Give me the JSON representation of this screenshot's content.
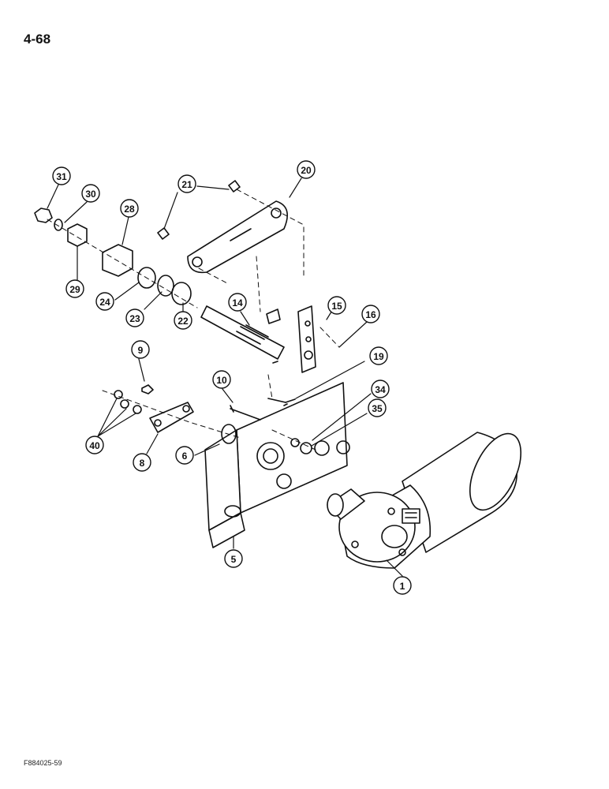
{
  "page_number": "4-68",
  "figure_code": "F884025-59",
  "callouts": [
    {
      "id": "c31",
      "label": "31"
    },
    {
      "id": "c30",
      "label": "30"
    },
    {
      "id": "c28",
      "label": "28"
    },
    {
      "id": "c21",
      "label": "21"
    },
    {
      "id": "c20",
      "label": "20"
    },
    {
      "id": "c29",
      "label": "29"
    },
    {
      "id": "c24",
      "label": "24"
    },
    {
      "id": "c23",
      "label": "23"
    },
    {
      "id": "c22",
      "label": "22"
    },
    {
      "id": "c14",
      "label": "14"
    },
    {
      "id": "c15",
      "label": "15"
    },
    {
      "id": "c16",
      "label": "16"
    },
    {
      "id": "c19",
      "label": "19"
    },
    {
      "id": "c9",
      "label": "9"
    },
    {
      "id": "c10",
      "label": "10"
    },
    {
      "id": "c34",
      "label": "34"
    },
    {
      "id": "c35",
      "label": "35"
    },
    {
      "id": "c40",
      "label": "40"
    },
    {
      "id": "c8",
      "label": "8"
    },
    {
      "id": "c6",
      "label": "6"
    },
    {
      "id": "c5",
      "label": "5"
    },
    {
      "id": "c1",
      "label": "1"
    }
  ]
}
